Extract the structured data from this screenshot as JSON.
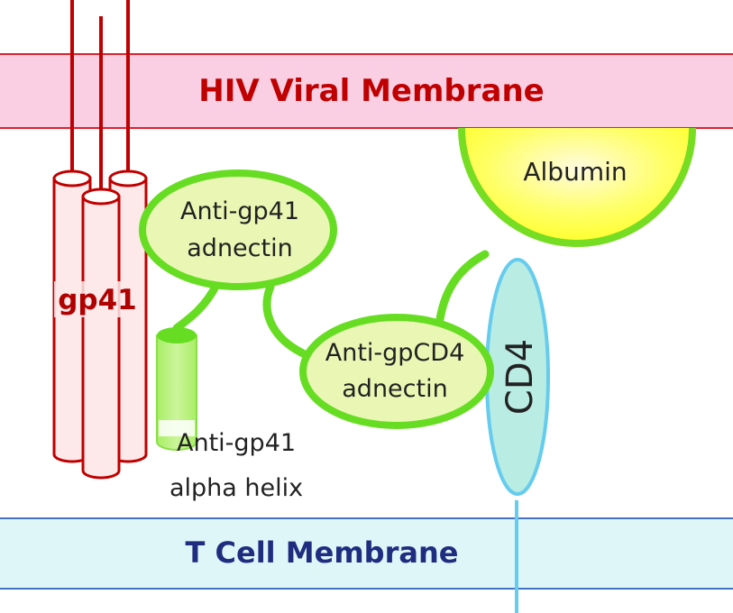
{
  "labels": {
    "viral_membrane": "HIV Viral Membrane",
    "t_cell_membrane": "T Cell Membrane",
    "gp41": "gp41",
    "albumin": "Albumin",
    "anti_gp41_adnectin_line1": "Anti-gp41",
    "anti_gp41_adnectin_line2": "adnectin",
    "anti_gpcd4_adnectin_line1": "Anti-gpCD4",
    "anti_gpcd4_adnectin_line2": "adnectin",
    "cd4": "CD4",
    "alpha_helix_line1": "Anti-gp41",
    "alpha_helix_line2": "alpha helix"
  },
  "colors": {
    "viral_membrane_fill": "#fbcfe3",
    "viral_membrane_edge": "#e0202a",
    "viral_membrane_text": "#c00000",
    "t_cell_membrane_fill": "#dff6f8",
    "t_cell_membrane_edge": "#4472c4",
    "t_cell_membrane_text": "#1f2d80",
    "gp41_stroke": "#c00000",
    "gp41_fill": "#fde9ea",
    "gp41_text": "#b00000",
    "adnectin_fill": "#eaf7b4",
    "adnectin_stroke": "#66dd22",
    "albumin_fill": "#ffff33",
    "albumin_stroke": "#77dd22",
    "helix_fill": "#99ee55",
    "cd4_fill": "#b9ece3",
    "cd4_stroke": "#66ccee"
  }
}
